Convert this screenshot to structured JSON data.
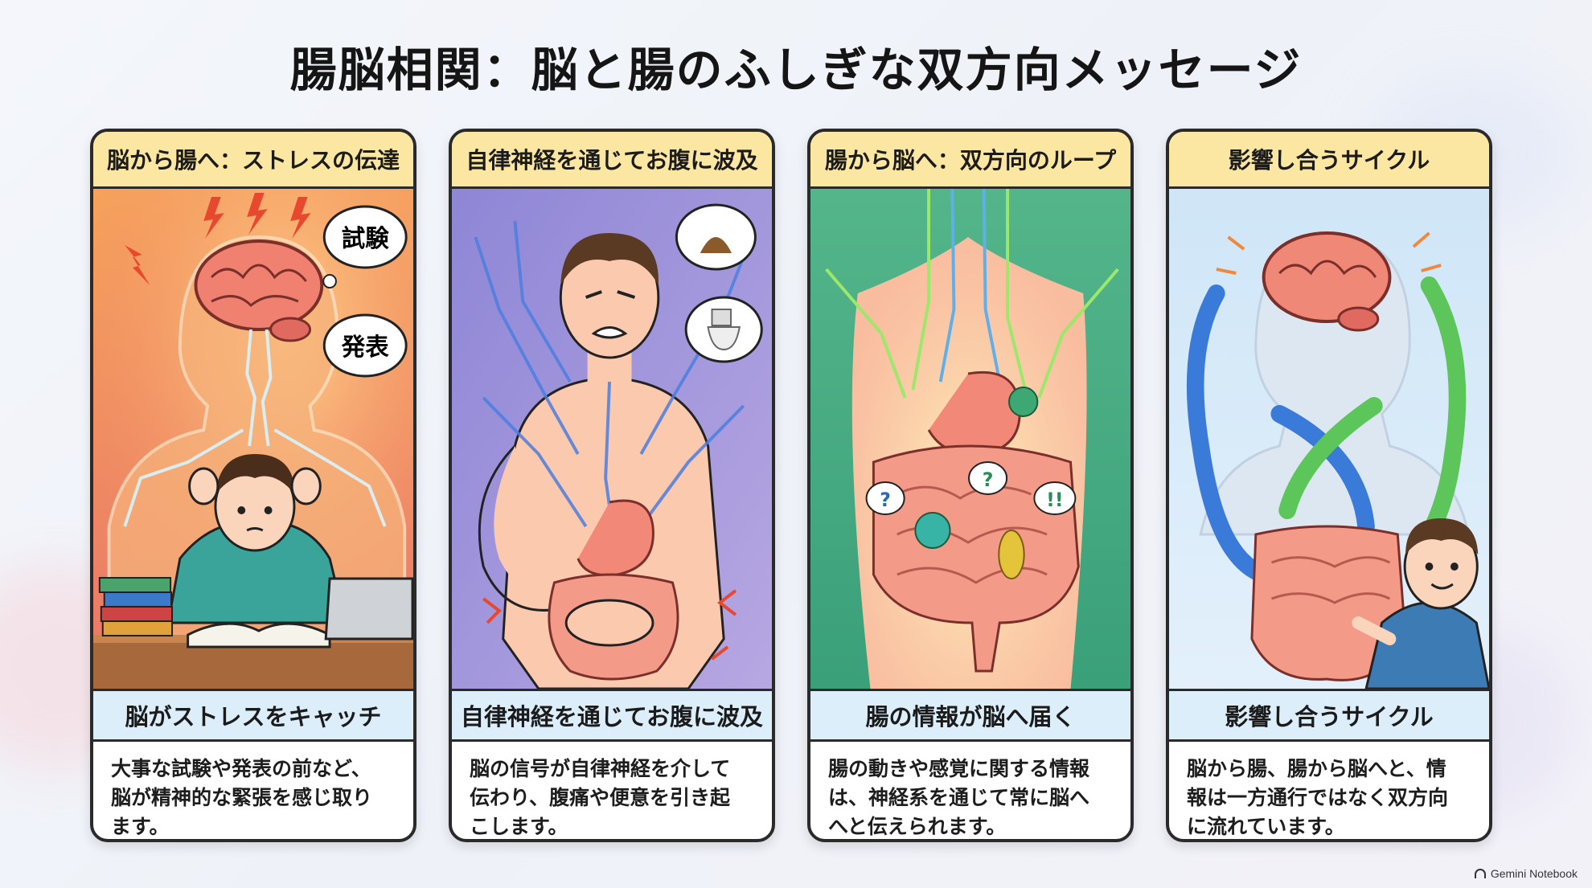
{
  "title": "腸脳相関：脳と腸のふしぎな双方向メッセージ",
  "cards": [
    {
      "header": "脳から腸へ：ストレスの伝達",
      "subtitle": "脳がストレスをキャッチ",
      "body": [
        "大事な試験や発表の前など、",
        "脳が精神的な緊張を感じ取り",
        "ます。"
      ],
      "bubbles": [
        "試験",
        "発表"
      ]
    },
    {
      "header": "自律神経を通じてお腹に波及",
      "subtitle": "自律神経を通じてお腹に波及",
      "body": [
        "脳の信号が自律神経を介して",
        "伝わり、腹痛や便意を引き起",
        "こします。"
      ]
    },
    {
      "header": "腸から脳へ：双方向のループ",
      "subtitle": "腸の情報が脳へ届く",
      "body": [
        "腸の動きや感覚に関する情報",
        "は、神経系を通じて常に脳へ",
        "へと伝えられます。"
      ],
      "bubbles": [
        "?",
        "?",
        "!!"
      ]
    },
    {
      "header": "影響し合うサイクル",
      "subtitle": "影響し合うサイクル",
      "body": [
        "脳から腸、腸から脳へと、情",
        "報は一方通行ではなく双方向",
        "に流れています。"
      ]
    }
  ],
  "footer": "Gemini Notebook",
  "colors": {
    "header_bg": "#fbe7a1",
    "subtitle_bg": "#dbeefa",
    "border": "#2a2a2a"
  }
}
